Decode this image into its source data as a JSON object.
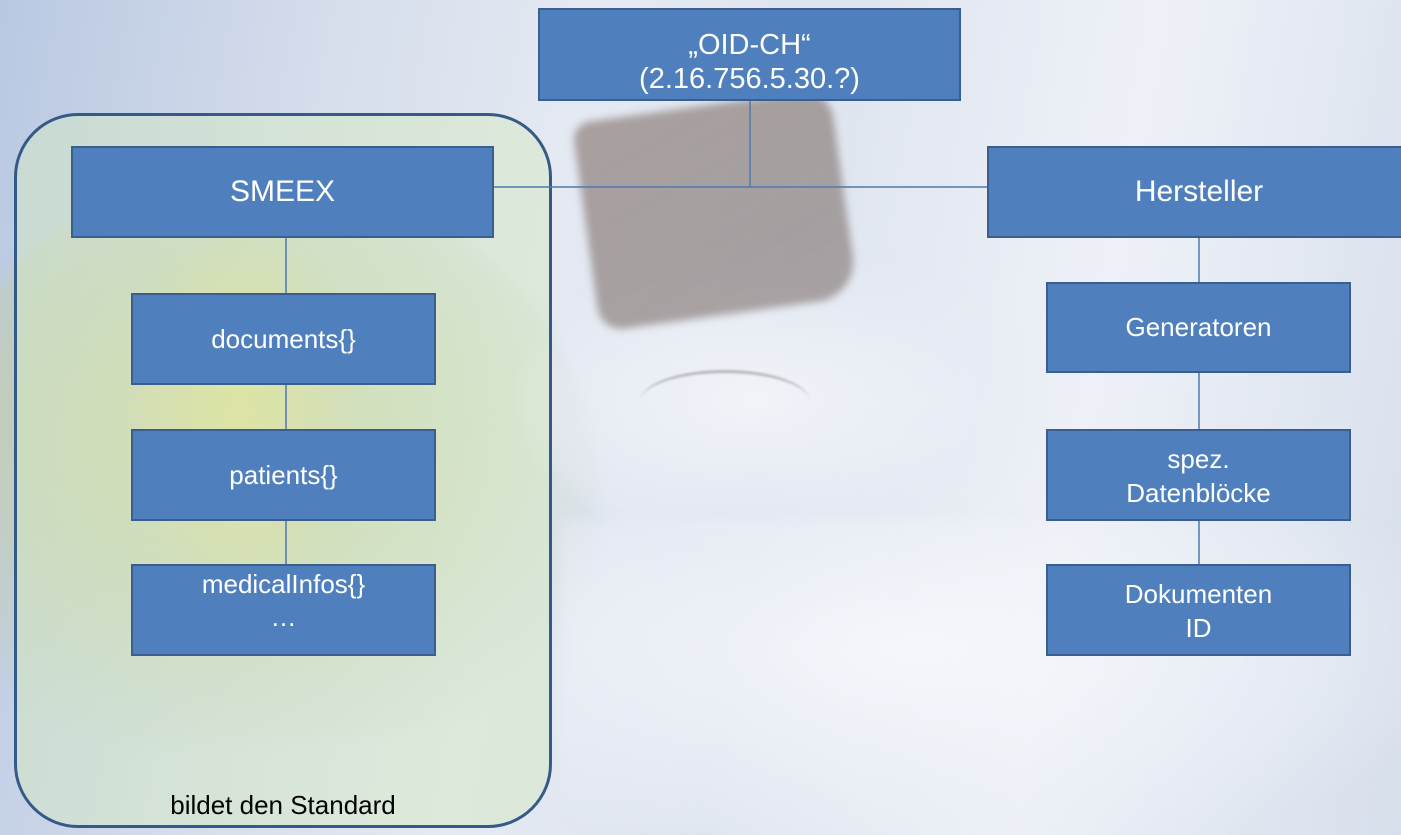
{
  "diagram": {
    "root": {
      "label": "„OID-CH“\n(2.16.756.5.30.?)"
    },
    "standard_group": {
      "caption": "bildet den Standard",
      "head": {
        "label": "SMEEX"
      },
      "children": [
        {
          "label": "documents{}"
        },
        {
          "label": "patients{}"
        },
        {
          "label": "medicalInfos{}\n…"
        }
      ]
    },
    "manufacturer_branch": {
      "head": {
        "label": "Hersteller"
      },
      "children": [
        {
          "label": "Generatoren"
        },
        {
          "label": "spez.\nDatenblöcke"
        },
        {
          "label": "Dokumenten\nID"
        }
      ]
    }
  },
  "colors": {
    "box_fill": "#4f80bd",
    "box_border": "#3a5f8f",
    "box_text": "#ffffff",
    "container_border": "#365a88",
    "container_fill": "#d6eac4",
    "connector": "#4f79ae"
  }
}
